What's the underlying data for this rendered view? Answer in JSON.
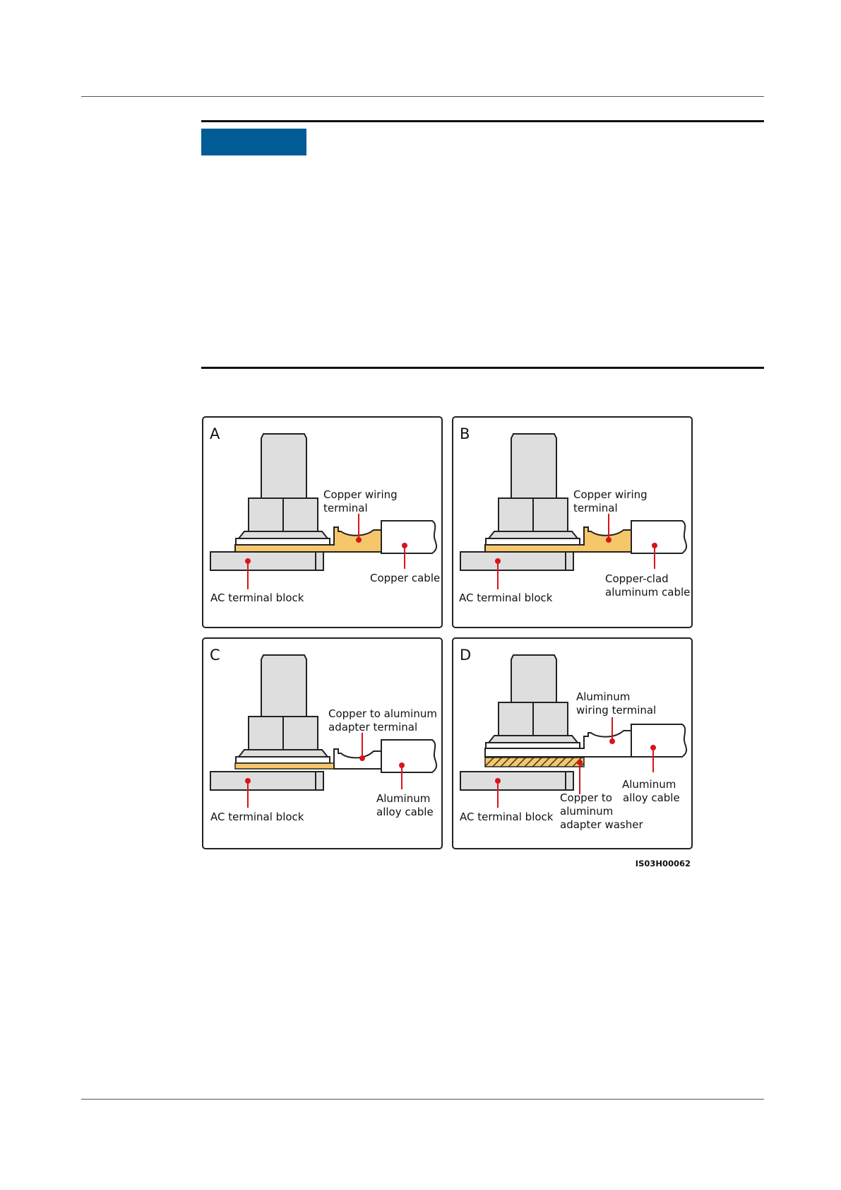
{
  "notice": {
    "badge_color": "#005b96"
  },
  "figure": {
    "id": "IS03H00062",
    "colors": {
      "copper": "#f6c76a",
      "metal": "#dedede",
      "leader": "#d7141a"
    },
    "panels": [
      {
        "letter": "A",
        "terminal_label": [
          "Copper wiring",
          "terminal"
        ],
        "cable_label": [
          "Copper cable"
        ],
        "block_label": "AC terminal block"
      },
      {
        "letter": "B",
        "terminal_label": [
          "Copper wiring",
          "terminal"
        ],
        "cable_label": [
          "Copper-clad",
          "aluminum cable"
        ],
        "block_label": "AC terminal block"
      },
      {
        "letter": "C",
        "terminal_label": [
          "Copper to aluminum",
          "adapter terminal"
        ],
        "cable_label": [
          "Aluminum",
          "alloy cable"
        ],
        "block_label": "AC terminal block"
      },
      {
        "letter": "D",
        "terminal_label": [
          "Aluminum",
          "wiring terminal"
        ],
        "cable_label": [
          "Aluminum",
          "alloy cable"
        ],
        "block_label": "AC terminal block",
        "washer_label": [
          "Copper to",
          "aluminum",
          "adapter washer"
        ]
      }
    ]
  }
}
